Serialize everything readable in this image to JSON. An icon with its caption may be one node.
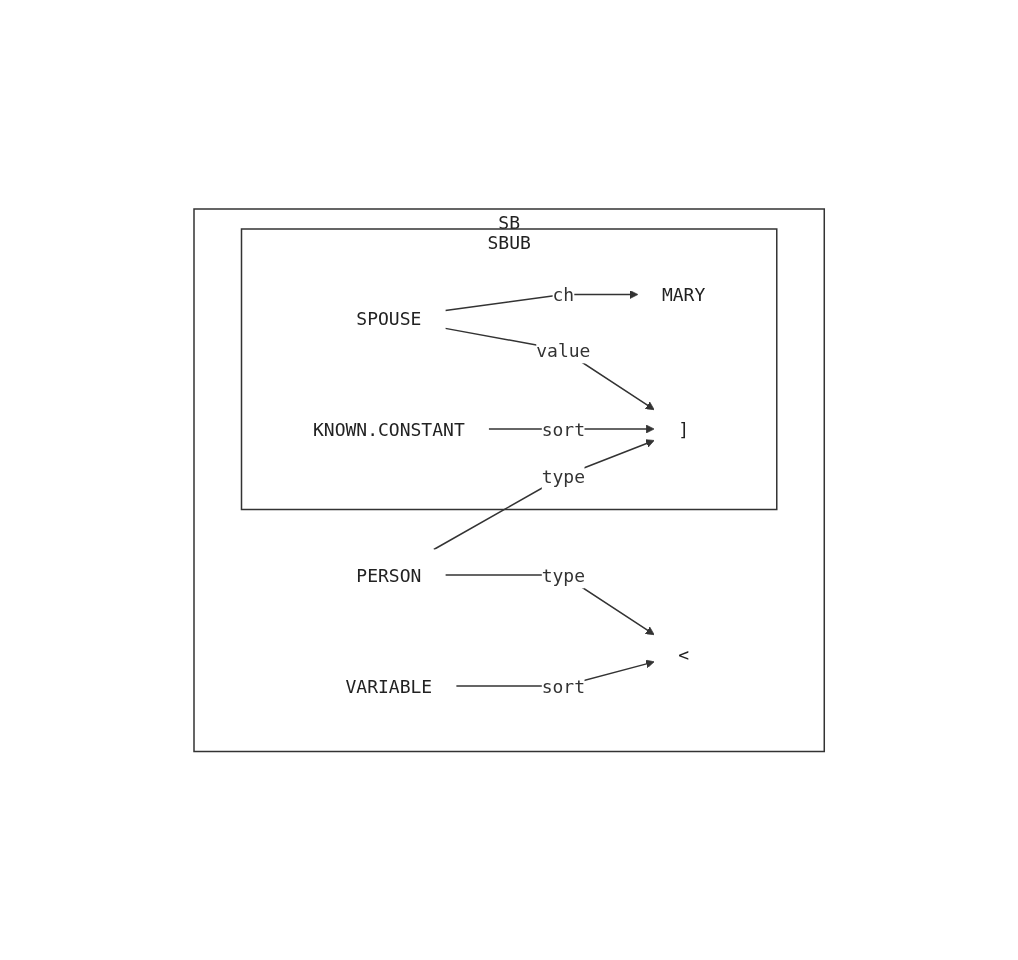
{
  "diagram": {
    "nodes": [
      {
        "text": [
          "SB"
        ]
      },
      {
        "text": [
          "SBUB"
        ],
        "in": 0
      },
      {
        "text": [
          "PERSON"
        ],
        "in": 0
      },
      {
        "text": [
          "<"
        ],
        "in": 0
      },
      {
        "text": [
          "]"
        ],
        "in": 1
      },
      {
        "text": [
          "SPOUSE"
        ],
        "in": 1
      },
      {
        "text": [
          "MARY"
        ],
        "in": 1
      },
      {
        "text": [
          "VARIABLE"
        ],
        "in": 0
      },
      {
        "text": [
          "KNOWN.CONSTANT"
        ],
        "in": 1
      }
    ],
    "edges": [
      {
        "from": 2,
        "to": 3,
        "arrow": "to",
        "label": "type"
      },
      {
        "from": 2,
        "to": 4,
        "arrow": "to",
        "label": "type"
      },
      {
        "from": 5,
        "to": 4,
        "arrow": "to",
        "label": "value"
      },
      {
        "from": 5,
        "to": 6,
        "arrow": "to",
        "label": "ch"
      },
      {
        "from": 7,
        "to": 3,
        "arrow": "to",
        "label": "sort"
      },
      {
        "from": 8,
        "to": 4,
        "arrow": "to",
        "label": "sort"
      }
    ]
  }
}
